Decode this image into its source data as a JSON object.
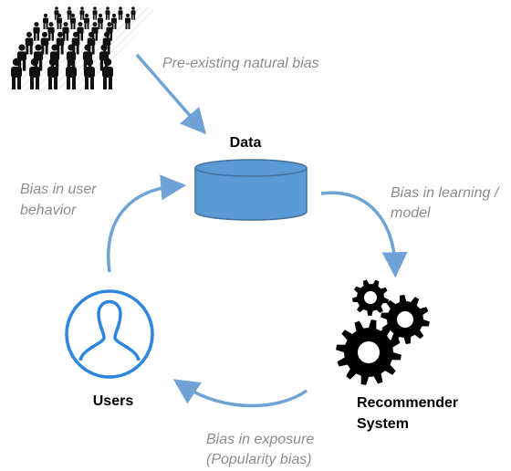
{
  "nodes": {
    "data": {
      "label": "Data",
      "icon": "database-icon",
      "color": "#5b9bd5"
    },
    "recommender": {
      "label_line1": "Recommender",
      "label_line2": "System",
      "icon": "gears-icon"
    },
    "users": {
      "label": "Users",
      "icon": "user-icon",
      "color": "#2e86de"
    },
    "crowd": {
      "icon": "crowd-icon"
    }
  },
  "bias_labels": {
    "pre_existing": "Pre-existing natural bias",
    "learning_line1": "Bias in learning /",
    "learning_line2": "model",
    "exposure_line1": "Bias in exposure",
    "exposure_line2": "(Popularity bias)",
    "user_line1": "Bias in user",
    "user_line2": "behavior"
  },
  "colors": {
    "arrow": "#6fa3d6",
    "bias_text": "#8c8c8c"
  }
}
